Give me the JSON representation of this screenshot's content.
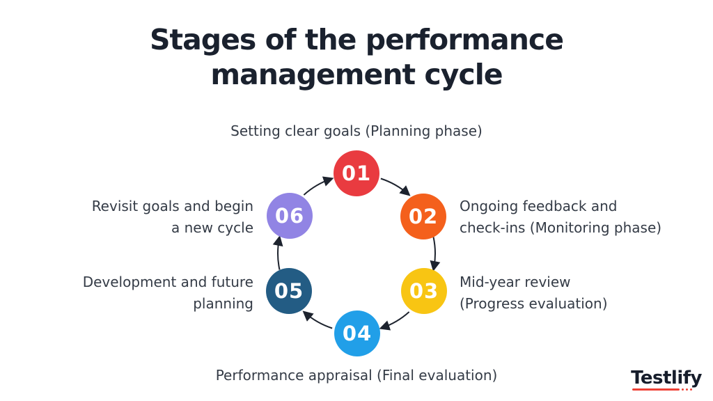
{
  "title": {
    "line1": "Stages of the performance",
    "line2": "management cycle"
  },
  "colors": {
    "background": "#ffffff",
    "title_text": "#1a212e",
    "label_text": "#343b46",
    "arrow": "#1d232e",
    "number_text": "#ffffff",
    "logo_text": "#161d2b",
    "logo_accent": "#ee4136"
  },
  "cycle": {
    "direction": "clockwise",
    "stages": [
      {
        "number": "01",
        "color": "#e93b40",
        "label_lines": [
          "Setting clear goals (Planning phase)"
        ]
      },
      {
        "number": "02",
        "color": "#f4601c",
        "label_lines": [
          "Ongoing feedback and",
          "check-ins (Monitoring phase)"
        ]
      },
      {
        "number": "03",
        "color": "#f8c513",
        "label_lines": [
          "Mid-year review",
          "(Progress evaluation)"
        ]
      },
      {
        "number": "04",
        "color": "#219fe8",
        "label_lines": [
          "Performance appraisal (Final evaluation)"
        ]
      },
      {
        "number": "05",
        "color": "#235c84",
        "label_lines": [
          "Development and future",
          "planning"
        ]
      },
      {
        "number": "06",
        "color": "#9184e4",
        "label_lines": [
          "Revisit goals and begin",
          "a new cycle"
        ]
      }
    ]
  },
  "logo": {
    "text": "Testlify"
  }
}
